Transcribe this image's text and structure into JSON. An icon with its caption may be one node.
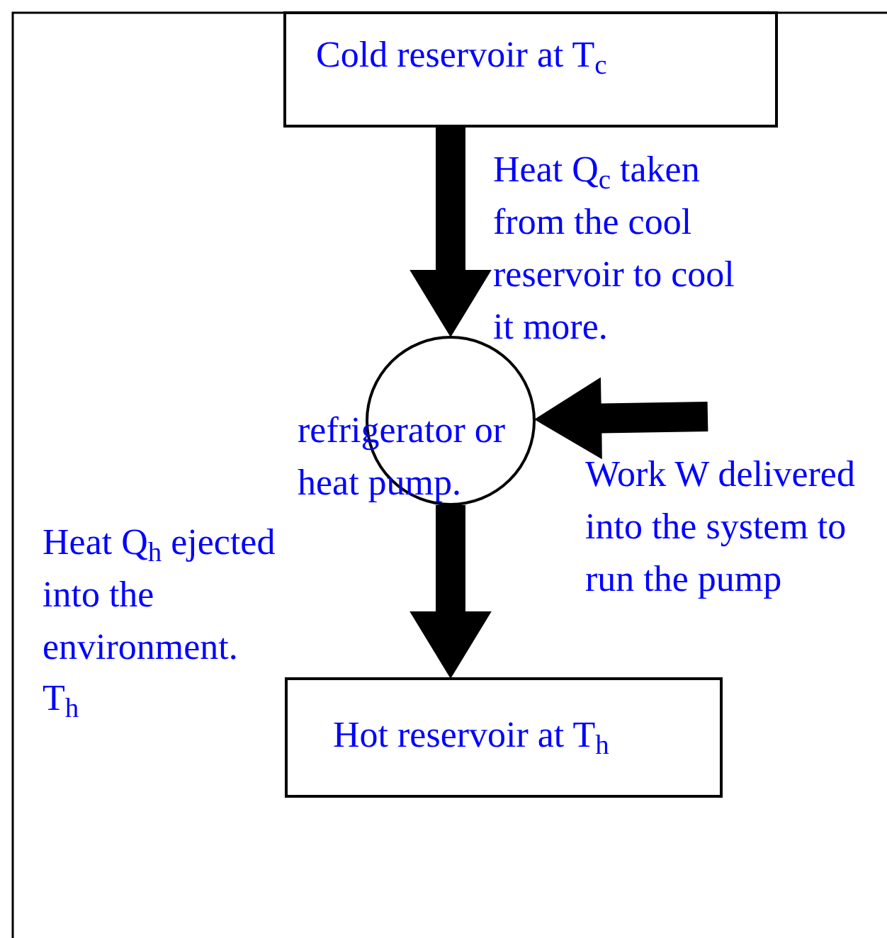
{
  "diagram": {
    "nodes": [
      {
        "text": [
          "Cold reservoir at T$_{c}$"
        ]
      },
      {
        "text": [
          "refrigerator or heat pump."
        ]
      },
      {
        "text": [
          "Hot reservoir at T$_{h}$"
        ]
      }
    ],
    "edges": [
      {
        "from": 0,
        "to": 1,
        "arrow": "to",
        "style": "thick",
        "label": "Heat Q$_{c}$ taken from the cool reservoir to cool it more."
      },
      {
        "from": 1,
        "to": 2,
        "arrow": "to",
        "style": "thick"
      },
      {
        "from": null,
        "to": 1,
        "arrow": "to",
        "style": "thick",
        "label": "Work W delivered into the system to run the pump"
      }
    ],
    "labels": [
      "Heat Q$_{h}$ ejected into the environment.",
      "T$_{h}$"
    ]
  }
}
